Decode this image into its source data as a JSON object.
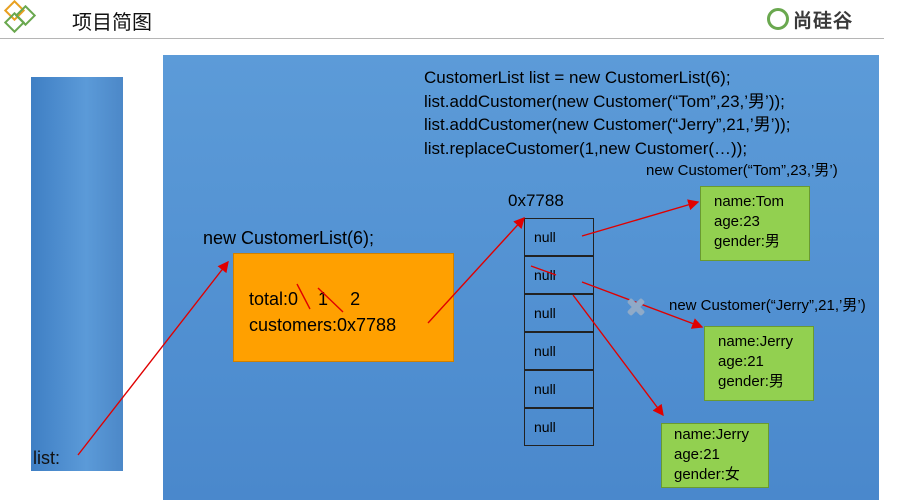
{
  "header": {
    "title": "项目简图",
    "brand": "尚硅谷"
  },
  "stack": {
    "label": "list:"
  },
  "code": {
    "lines": [
      "CustomerList list = new CustomerList(6);",
      "list.addCustomer(new Customer(“Tom”,23,’男’));",
      "list.addCustomer(new Customer(“Jerry”,21,’男’));",
      "list.replaceCustomer(1,new Customer(…));"
    ]
  },
  "customer_list": {
    "constructor_label": "new CustomerList(6);",
    "total_label": "total:",
    "total_values": [
      "0",
      "1",
      "2"
    ],
    "customers_label": "customers:0x7788"
  },
  "array": {
    "address": "0x7788",
    "cells": [
      "null",
      "null",
      "null",
      "null",
      "null",
      "null"
    ]
  },
  "objects": [
    {
      "label": "new Customer(“Tom”,23,’男’)",
      "name": "name:Tom",
      "age": "age:23",
      "gender": "gender:男"
    },
    {
      "label": "new Customer(“Jerry”,21,’男’)",
      "name": "name:Jerry",
      "age": "age:21",
      "gender": "gender:男"
    },
    {
      "label": "",
      "name": "name:Jerry",
      "age": "age:21",
      "gender": "gender:女"
    }
  ],
  "colors": {
    "arrow": "#e00000",
    "heap": "#4f8ed0",
    "object": "#92d050",
    "list_object": "#ffa000",
    "removed_mark": "#8faac8"
  }
}
